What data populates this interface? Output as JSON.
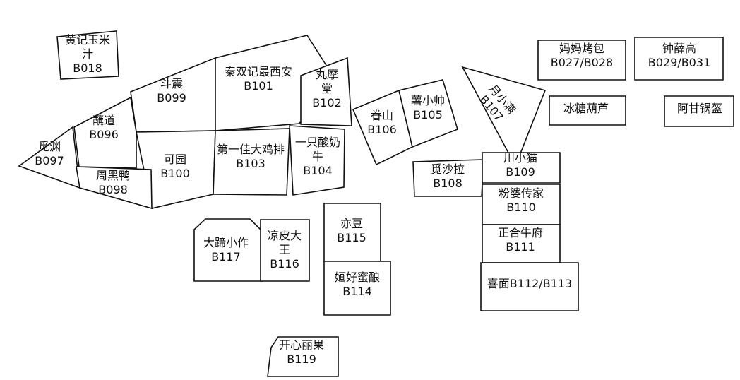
{
  "stalls": [
    {
      "id": "stall-b018",
      "lines": [
        "黄记玉米",
        "汁",
        "B018"
      ]
    },
    {
      "id": "stall-b099",
      "lines": [
        "斗震",
        "B099"
      ]
    },
    {
      "id": "stall-b101",
      "lines": [
        "秦双记最西安",
        "B101"
      ]
    },
    {
      "id": "stall-b102",
      "lines": [
        "丸摩",
        "堂",
        "B102"
      ]
    },
    {
      "id": "stall-b096",
      "lines": [
        "蘸道",
        "B096"
      ]
    },
    {
      "id": "stall-b097",
      "lines": [
        "觅渊",
        "B097"
      ]
    },
    {
      "id": "stall-b100",
      "lines": [
        "可园",
        "B100"
      ]
    },
    {
      "id": "stall-b098",
      "lines": [
        "周黑鸭",
        "B098"
      ]
    },
    {
      "id": "stall-b103",
      "lines": [
        "第一佳大鸡排",
        "B103"
      ]
    },
    {
      "id": "stall-b104",
      "lines": [
        "一只酸奶",
        "牛",
        "B104"
      ]
    },
    {
      "id": "stall-b106",
      "lines": [
        "眷山",
        "B106"
      ]
    },
    {
      "id": "stall-b105",
      "lines": [
        "薯小帅",
        "B105"
      ]
    },
    {
      "id": "stall-b107",
      "lines": [
        "月小满",
        "B107"
      ]
    },
    {
      "id": "stall-b027-b028",
      "lines": [
        "妈妈烤包",
        "B027/B028"
      ]
    },
    {
      "id": "stall-b029-b031",
      "lines": [
        "钟薛高",
        "B029/B031"
      ]
    },
    {
      "id": "stall-bingtanghulu",
      "lines": [
        "冰糖葫芦"
      ]
    },
    {
      "id": "stall-aganguogai",
      "lines": [
        "阿甘锅盔"
      ]
    },
    {
      "id": "stall-b108",
      "lines": [
        "觅沙拉",
        "B108"
      ]
    },
    {
      "id": "stall-b109",
      "lines": [
        "川小猫",
        "B109"
      ]
    },
    {
      "id": "stall-b110",
      "lines": [
        "粉婆传家",
        "B110"
      ]
    },
    {
      "id": "stall-b111",
      "lines": [
        "正合牛府",
        "B111"
      ]
    },
    {
      "id": "stall-b112-b113",
      "lines": [
        "喜面B112/B113"
      ]
    },
    {
      "id": "stall-b115",
      "lines": [
        "亦豆",
        "B115"
      ]
    },
    {
      "id": "stall-b114",
      "lines": [
        "婳好蜜酿",
        "B114"
      ]
    },
    {
      "id": "stall-b117",
      "lines": [
        "大蹄小作",
        "B117"
      ]
    },
    {
      "id": "stall-b116",
      "lines": [
        "凉皮大",
        "王",
        "B116"
      ]
    },
    {
      "id": "stall-b119",
      "lines": [
        "开心丽果",
        "B119"
      ]
    }
  ]
}
